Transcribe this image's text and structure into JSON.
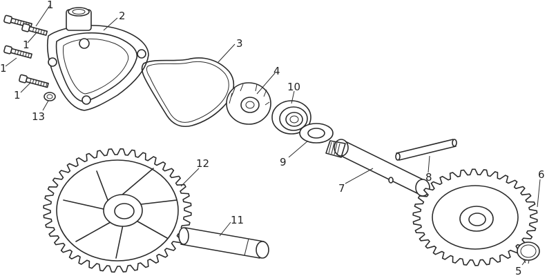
{
  "diagram": {
    "callouts": [
      {
        "id": "bolt-a",
        "label": "1"
      },
      {
        "id": "bolt-b",
        "label": "1"
      },
      {
        "id": "bolt-c",
        "label": "1"
      },
      {
        "id": "bolt-d",
        "label": "1"
      },
      {
        "id": "pump-cover",
        "label": "2"
      },
      {
        "id": "gasket",
        "label": "3"
      },
      {
        "id": "impeller",
        "label": "4"
      },
      {
        "id": "circlip",
        "label": "5"
      },
      {
        "id": "small-gear",
        "label": "6"
      },
      {
        "id": "shaft",
        "label": "7"
      },
      {
        "id": "pin",
        "label": "8"
      },
      {
        "id": "washer",
        "label": "9"
      },
      {
        "id": "seal",
        "label": "10"
      },
      {
        "id": "gear-shaft",
        "label": "11"
      },
      {
        "id": "large-gear",
        "label": "12"
      },
      {
        "id": "sealing-washer",
        "label": "13"
      }
    ]
  }
}
